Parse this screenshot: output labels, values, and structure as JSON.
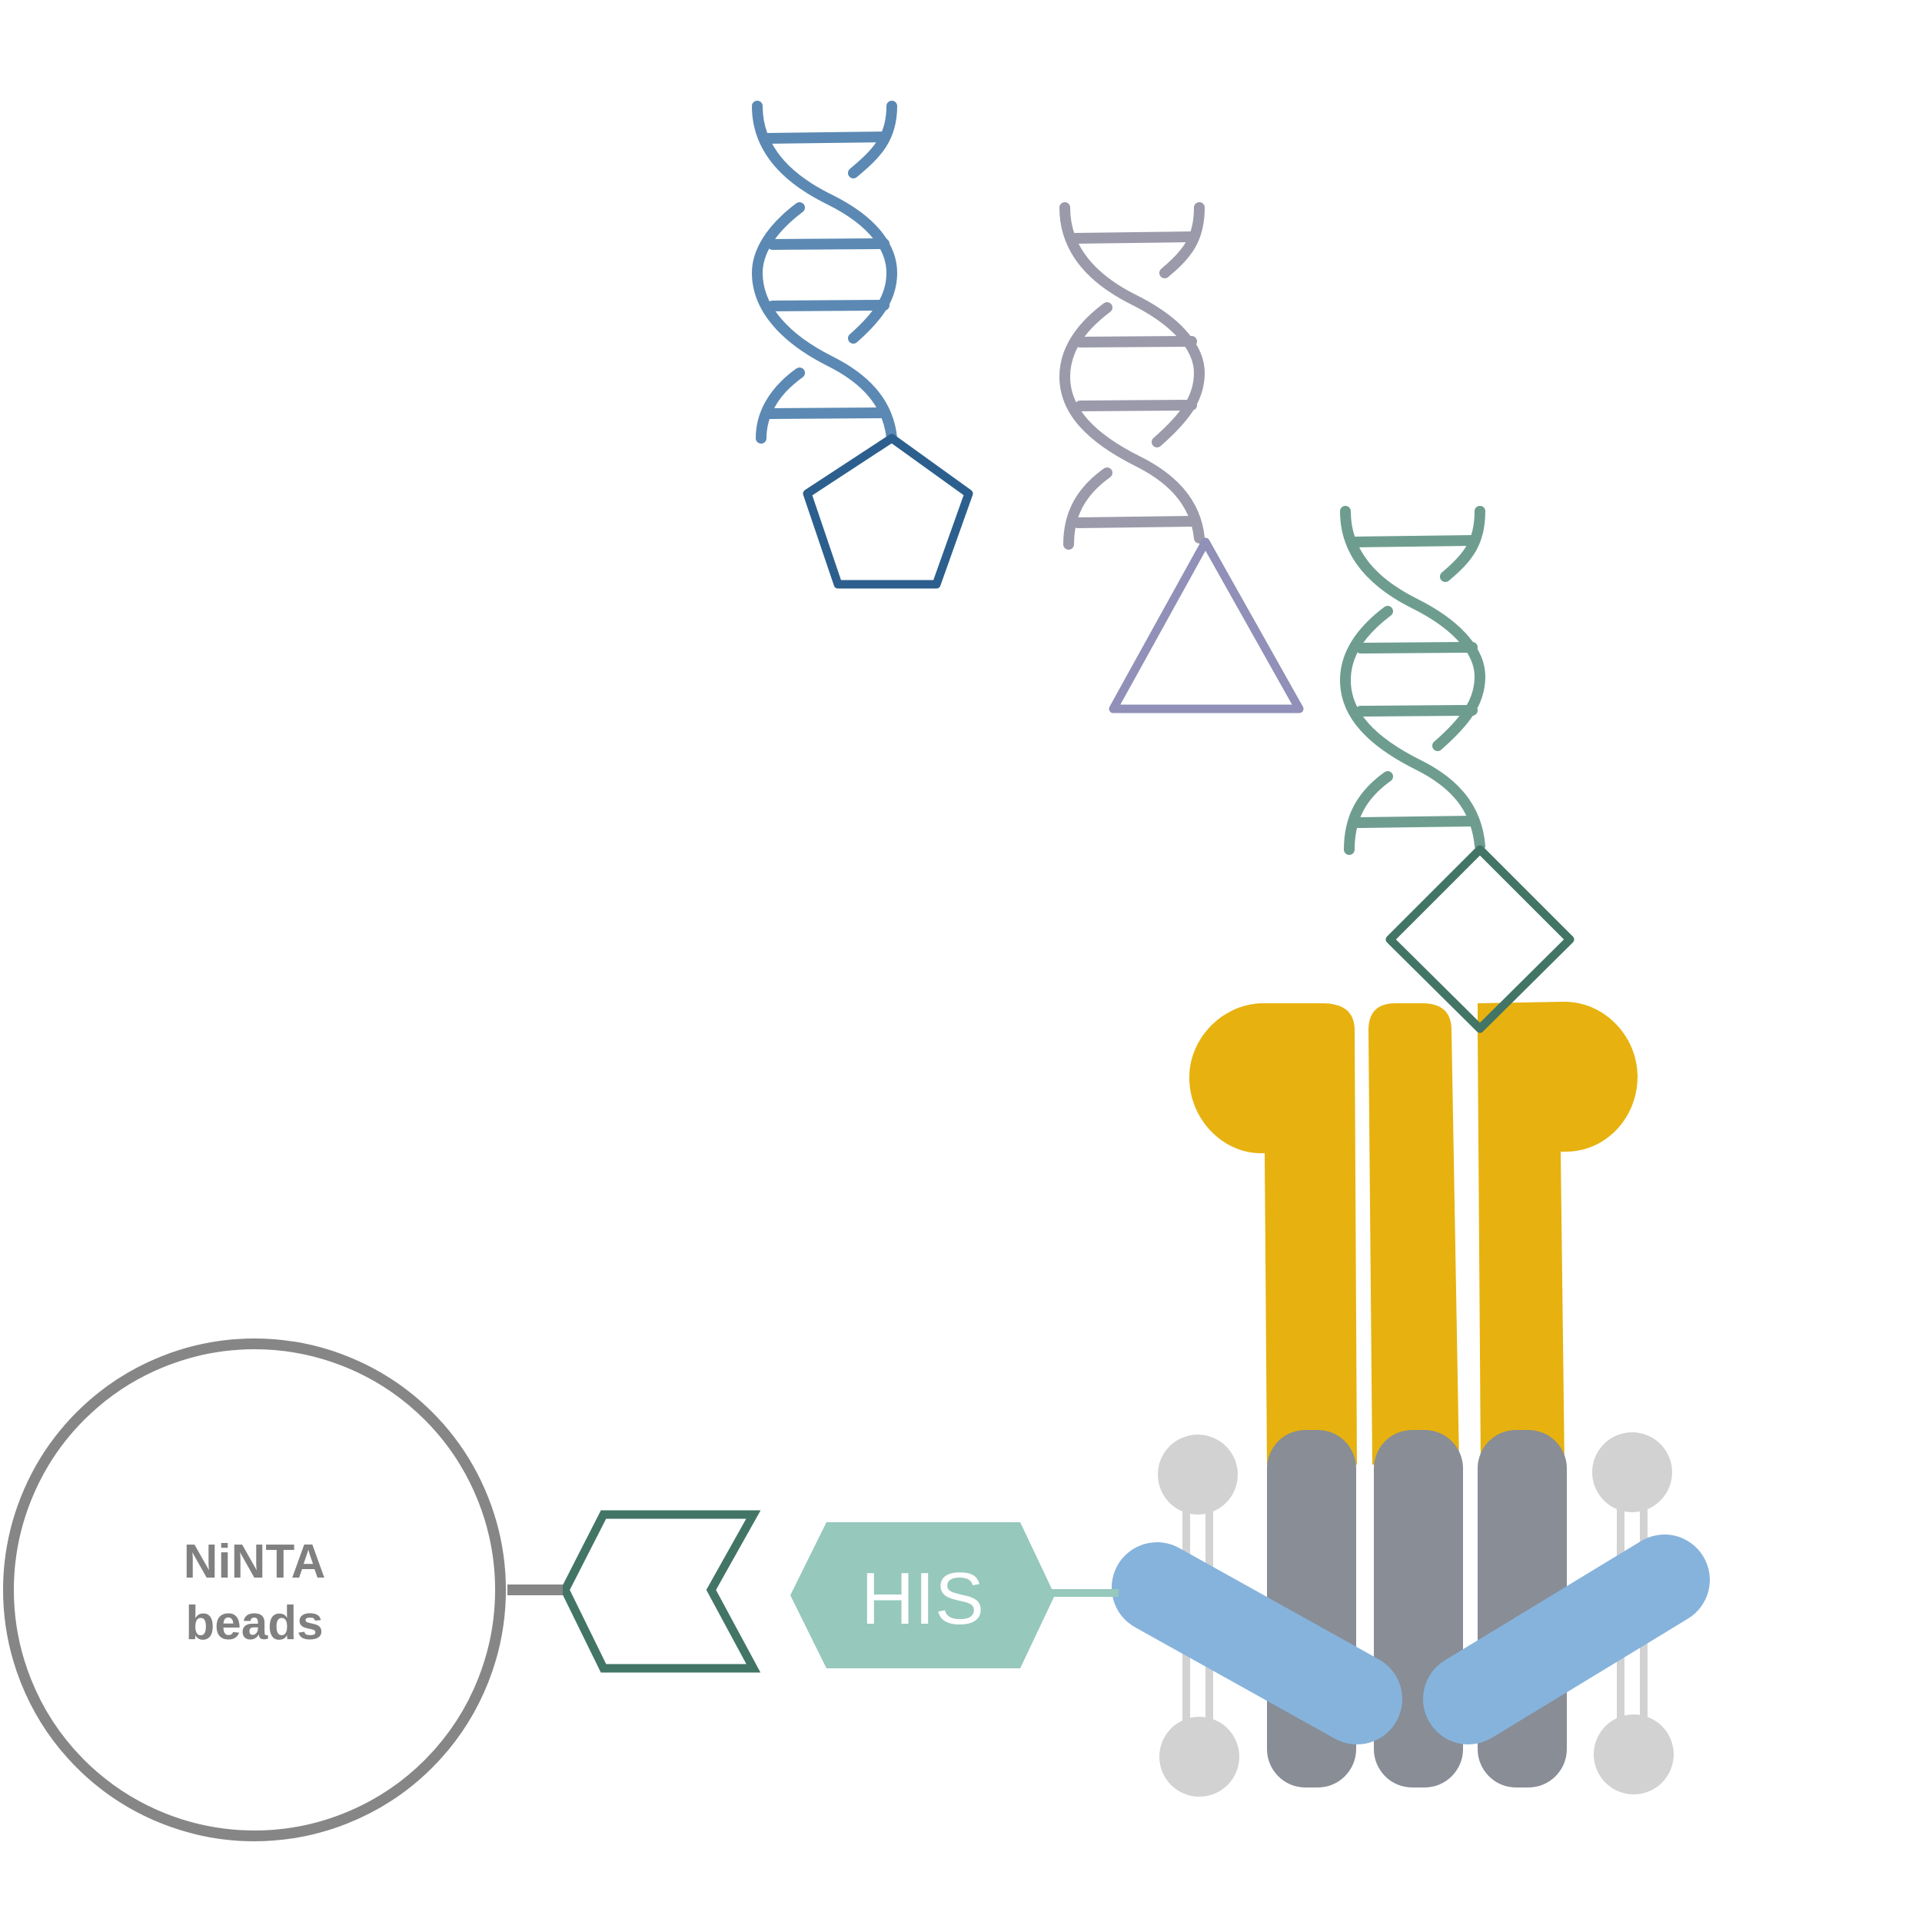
{
  "labels": {
    "bead_line1": "NiNTA",
    "bead_line2": "beads",
    "his": "HIS"
  },
  "colors": {
    "dna_blue": "#5b89b3",
    "dna_purple": "#9a9aab",
    "dna_green": "#6e9d8f",
    "pentagon": "#2c5f8d",
    "triangle": "#9090b8",
    "diamond": "#427565",
    "linker_bracket": "#427565",
    "protein_yellow": "#e7b20f",
    "protein_gray": "#888d96",
    "protein_blue": "#86b3dc",
    "lipid": "#d2d2d2",
    "his_tag": "#96c8bc",
    "bead_outline": "#868686",
    "bead_text": "#808080",
    "his_text": "#ffffff"
  },
  "icons": [
    "dna-helix-icon",
    "pentagon-ligand-icon",
    "triangle-ligand-icon",
    "diamond-ligand-icon",
    "bead-circle-icon",
    "linker-bracket-icon",
    "his-tag-hexagon-icon",
    "membrane-protein-icon",
    "lipid-icon"
  ]
}
